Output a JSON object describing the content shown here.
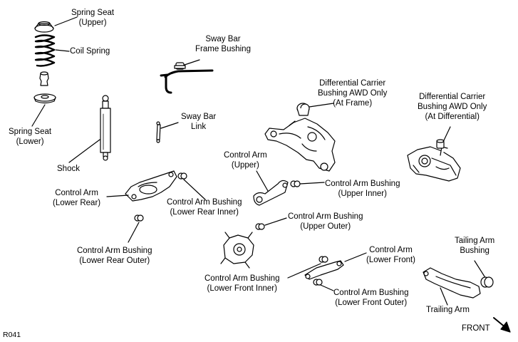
{
  "labels": {
    "spring_seat_upper": [
      "Spring Seat",
      "(Upper)"
    ],
    "coil_spring": [
      "Coil Spring"
    ],
    "spring_seat_lower": [
      "Spring Seat",
      "(Lower)"
    ],
    "shock": [
      "Shock"
    ],
    "sway_bar_frame_bushing": [
      "Sway Bar",
      "Frame Bushing"
    ],
    "sway_bar_link": [
      "Sway Bar",
      "Link"
    ],
    "diff_carrier_bushing_frame": [
      "Differential Carrier",
      "Bushing AWD Only",
      "(At Frame)"
    ],
    "diff_carrier_bushing_diff": [
      "Differential Carrier",
      "Bushing AWD Only",
      "(At Differential)"
    ],
    "control_arm_upper": [
      "Control Arm",
      "(Upper)"
    ],
    "control_arm_bushing_upper_inner": [
      "Control Arm Bushing",
      "(Upper Inner)"
    ],
    "control_arm_lower_rear": [
      "Control Arm",
      "(Lower Rear)"
    ],
    "control_arm_bushing_lower_rear_inner": [
      "Control Arm Bushing",
      "(Lower Rear Inner)"
    ],
    "control_arm_bushing_upper_outer": [
      "Control Arm Bushing",
      "(Upper Outer)"
    ],
    "control_arm_bushing_lower_rear_outer": [
      "Control Arm Bushing",
      "(Lower Rear Outer)"
    ],
    "control_arm_lower_front": [
      "Control Arm",
      "(Lower Front)"
    ],
    "tailing_arm_bushing": [
      "Tailing Arm",
      "Bushing"
    ],
    "control_arm_bushing_lower_front_inner": [
      "Control Arm Bushing",
      "(Lower Front Inner)"
    ],
    "control_arm_bushing_lower_front_outer": [
      "Control Arm Bushing",
      "(Lower Front Outer)"
    ],
    "trailing_arm": [
      "Trailing Arm"
    ],
    "front": [
      "FRONT"
    ],
    "figure_id": [
      "R041"
    ]
  }
}
